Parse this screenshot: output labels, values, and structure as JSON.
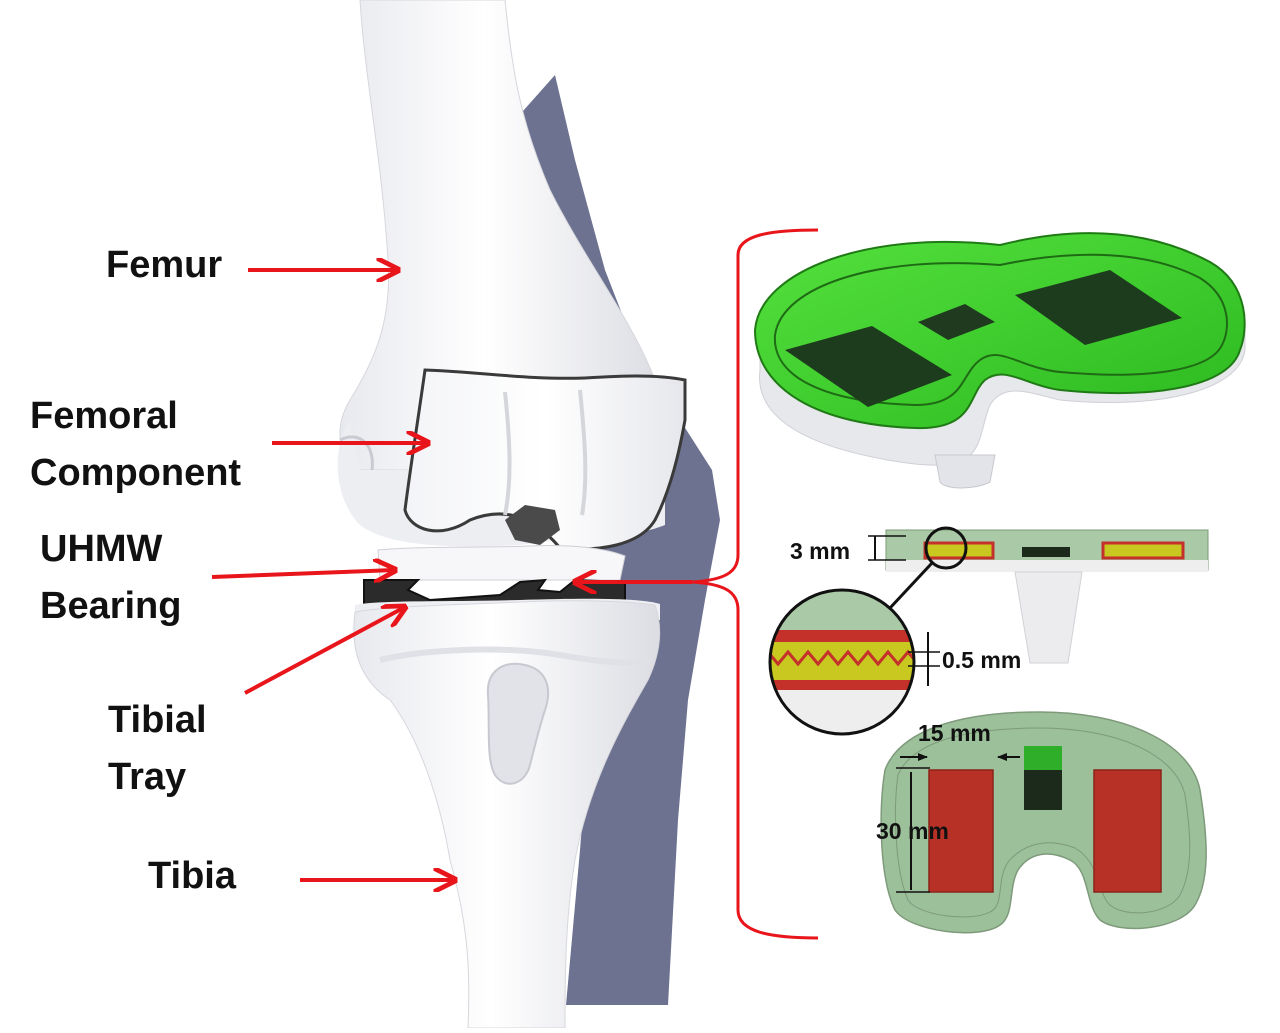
{
  "labels": {
    "femur": "Femur",
    "femoral_component_line1": "Femoral",
    "femoral_component_line2": "Component",
    "uhmw_bearing_line1": "UHMW",
    "uhmw_bearing_line2": "Bearing",
    "tibial_tray_line1": "Tibial",
    "tibial_tray_line2": "Tray",
    "tibia": "Tibia"
  },
  "dimensions": {
    "layer_thickness": "3 mm",
    "sawtooth_gap": "0.5 mm",
    "pocket_width": "15 mm",
    "pocket_length": "30 mm"
  },
  "colors": {
    "arrow": "#e8151b",
    "bone": "#f4f4f6",
    "bone_shadow": "#6d7290",
    "sensor_green": "#3cd62a",
    "translucent_green": "#9cc09a",
    "electrode_red": "#b73127",
    "piezo_yellow": "#c8c821",
    "dark_block": "#1b2a1b"
  },
  "icons": {
    "arrow": "red-arrow-icon",
    "bracket": "curly-bracket-icon",
    "magnifier": "magnifier-circle-icon"
  }
}
